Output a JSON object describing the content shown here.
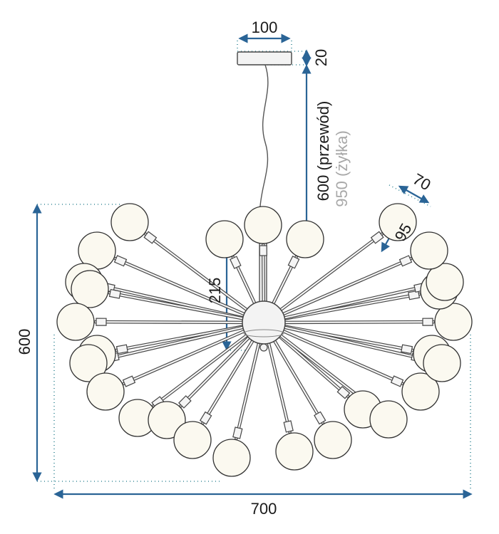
{
  "dimensions": {
    "canopy_width": "100",
    "canopy_height": "20",
    "cable_length": "600 (przewód)",
    "wire_length": "950 (żyłka)",
    "shade_width": "70",
    "shade_height": "95",
    "arm_offset": "215",
    "total_height": "600",
    "total_width": "700"
  },
  "colors": {
    "dimension_arrow": "#2a6496",
    "dotted_guide": "#3a8a98",
    "globe_fill": "#fbf9f0",
    "globe_stroke": "#333333",
    "arm": "#444444",
    "secondary_text": "#a8a8a8"
  },
  "icons": {
    "lamp": "sputnik-chandelier-icon"
  }
}
